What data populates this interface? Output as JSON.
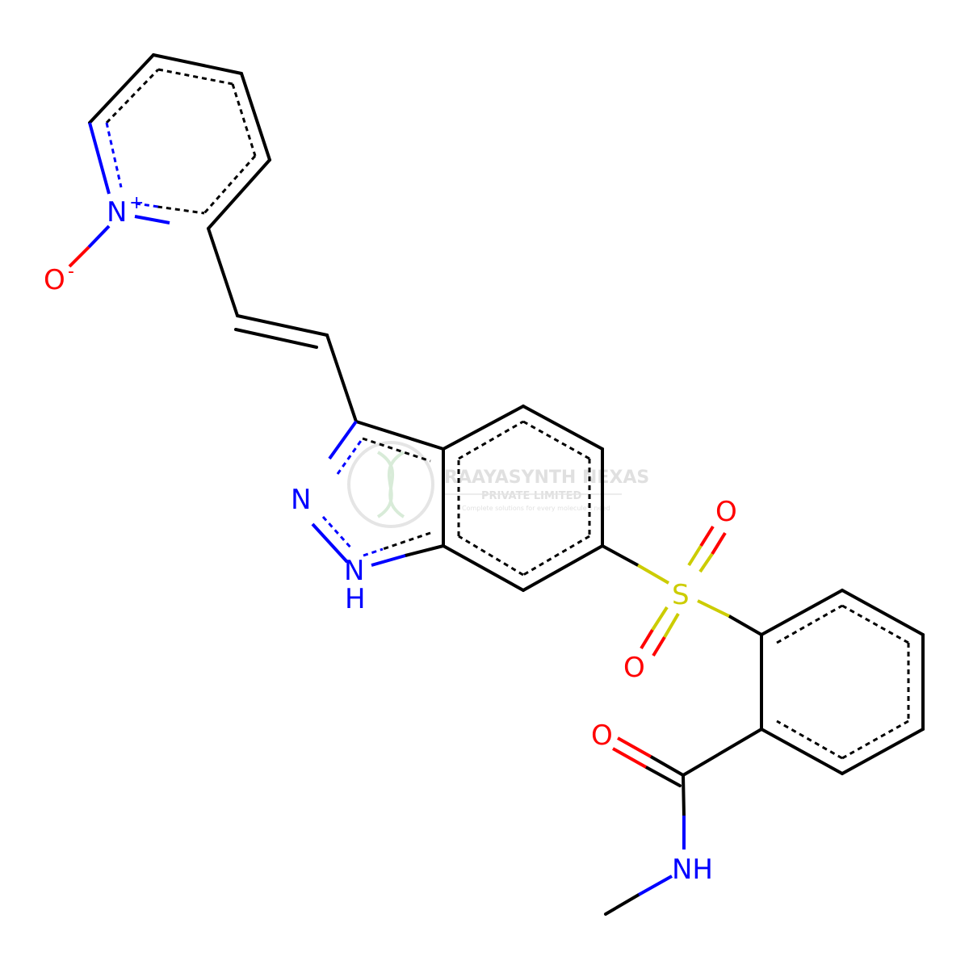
{
  "colors": {
    "bond": "#000000",
    "nitrogen": "#0000FF",
    "oxygen": "#FF0000",
    "sulfur": "#CCCC00",
    "watermark": "#c8c8c8",
    "watermark_green": "#b9dcb9"
  },
  "atoms": {
    "n_oxide": "N",
    "n_oxide_charge": "+",
    "o_oxide": "O",
    "o_oxide_charge": "-",
    "n_pyrazole": "N",
    "nh_pyrazole_n": "N",
    "nh_pyrazole_h": "H",
    "sulfur": "S",
    "o_sulfonyl_top": "O",
    "o_sulfonyl_bottom": "O",
    "o_amide": "O",
    "nh_amide": "NH"
  },
  "watermark": {
    "company": "RAAYASYNTH NEXAS",
    "subtitle": "PRIVATE LIMITED",
    "tagline": "Complete solutions for every molecule's need"
  }
}
